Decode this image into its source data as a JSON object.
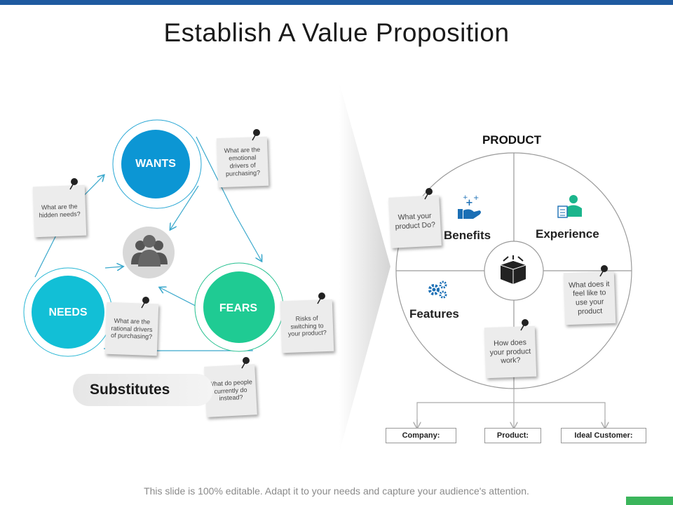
{
  "title": "Establish A Value Proposition",
  "footer": "This slide is 100% editable. Adapt it to your needs and capture your audience's attention.",
  "left": {
    "wants": "WANTS",
    "needs": "NEEDS",
    "fears": "FEARS",
    "substitutes": "Substitutes",
    "notes": {
      "hidden_needs": "What are the hidden needs?",
      "emotional": "What are the emotional drivers of purchasing?",
      "rational": "What are the rational drivers of purchasing?",
      "risks": "Risks of switching to your product?",
      "instead": "What do people currently do instead?"
    }
  },
  "right": {
    "product": "PRODUCT",
    "benefits": "Benefits",
    "experience": "Experience",
    "features": "Features",
    "notes": {
      "product_do": "What your product Do?",
      "feel_like": "What does it feel like to use your product",
      "how_work": "How does your product work?"
    },
    "boxes": {
      "company": "Company:",
      "product": "Product:",
      "ideal_customer": "Ideal Customer:"
    }
  },
  "colors": {
    "wants": "#0c96d4",
    "needs": "#12bfd6",
    "fears": "#1fcb93",
    "arrow": "#3aa8cc",
    "topbar": "#1f5aa0"
  }
}
